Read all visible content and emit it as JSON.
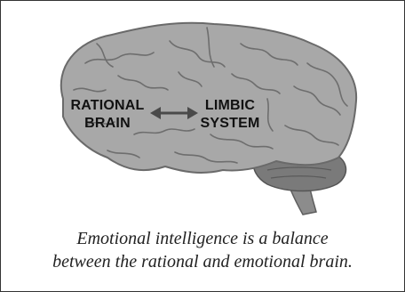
{
  "labels": {
    "left_line1": "RATIONAL",
    "left_line2": "BRAIN",
    "right_line1": "LIMBIC",
    "right_line2": "SYSTEM"
  },
  "caption": {
    "line1": "Emotional intelligence is a balance",
    "line2": "between the rational and emotional brain."
  },
  "colors": {
    "cortex": "#a8a8a8",
    "sulci": "#6e6e6e",
    "cerebellum": "#7a7a7a",
    "brainstem": "#8c8c8c",
    "arrow": "#4a4a4a"
  }
}
